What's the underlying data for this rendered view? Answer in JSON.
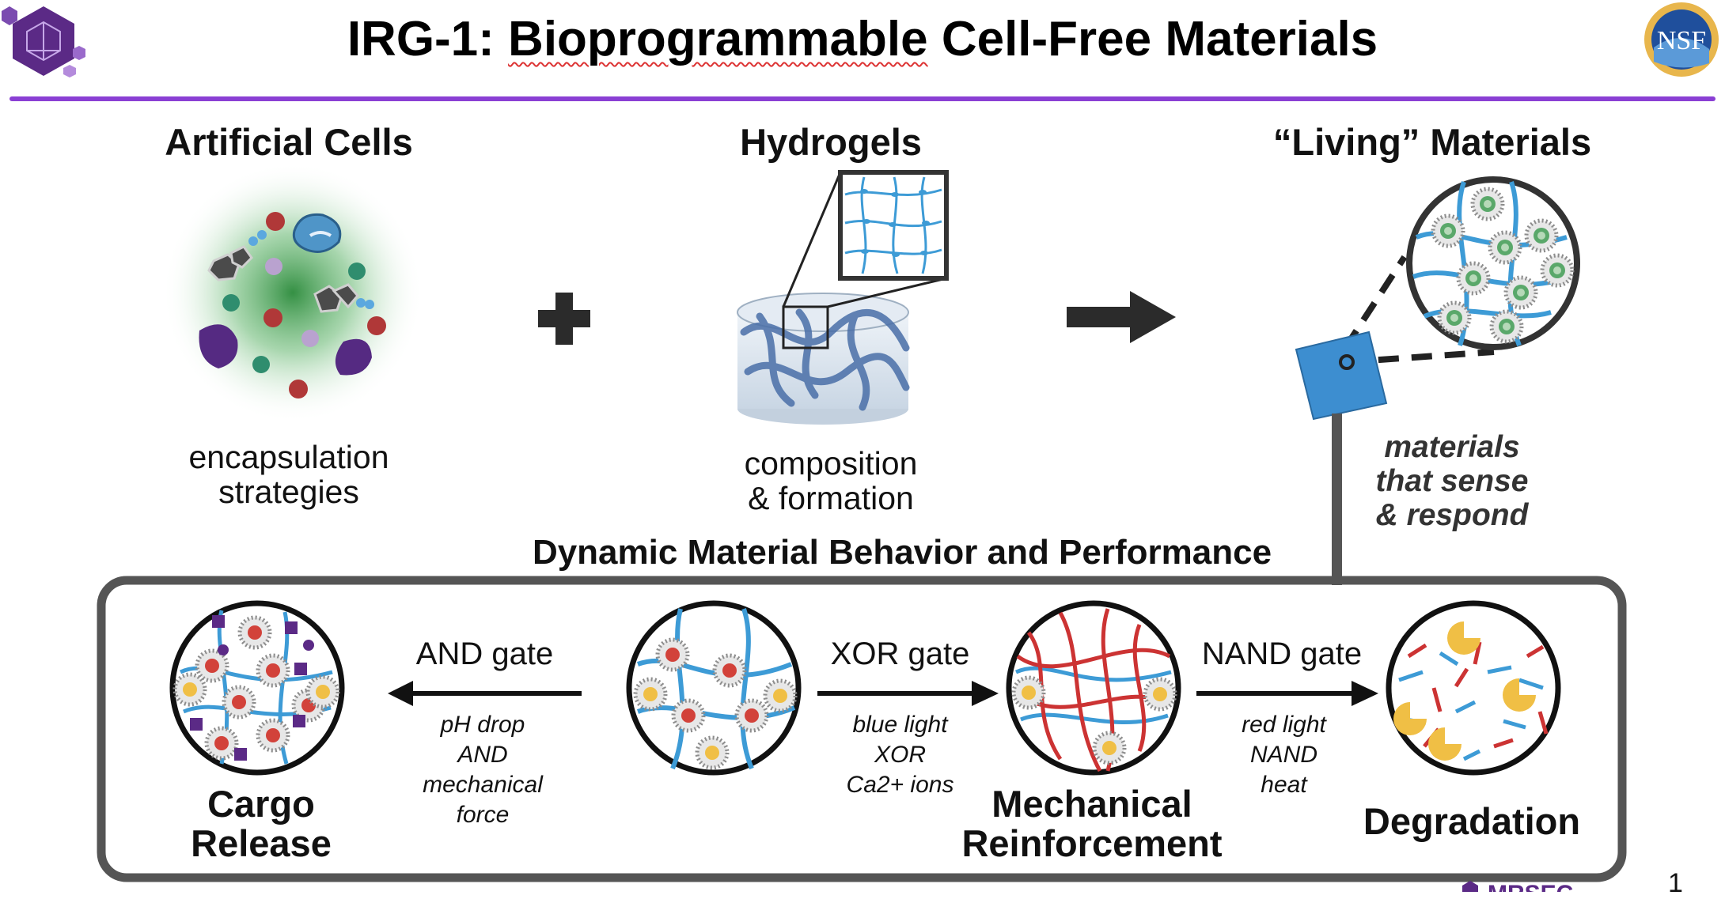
{
  "header": {
    "title_prefix": "IRG-1: ",
    "title_underlined": "Bioprogrammable",
    "title_suffix": " Cell-Free Materials",
    "logo_left": "hexagon-logo",
    "logo_right": "NSF"
  },
  "colors": {
    "accent_purple": "#8a3fd4",
    "polymer_blue": "#3d9bd6",
    "crosslink_red": "#cc3333",
    "enzyme_yellow": "#f0bf45",
    "cargo_purple": "#5b2a86",
    "arrow_dark": "#2b2b2b"
  },
  "top": {
    "artificial_cells": {
      "heading": "Artificial Cells",
      "caption_1": "encapsulation",
      "caption_2": "strategies"
    },
    "hydrogels": {
      "heading": "Hydrogels",
      "caption_1": "composition",
      "caption_2": "& formation"
    },
    "living": {
      "heading": "“Living” Materials",
      "caption_1": "materials",
      "caption_2": "that sense",
      "caption_3": "& respond"
    },
    "plus_icon": "plus-icon",
    "arrow_icon": "right-arrow-icon"
  },
  "bottom": {
    "title": "Dynamic Material Behavior and Performance",
    "and_gate": {
      "label": "AND gate",
      "cond_1": "pH drop",
      "cond_2": "AND",
      "cond_3": "mechanical",
      "cond_4": "force"
    },
    "xor_gate": {
      "label": "XOR gate",
      "cond_1": "blue light",
      "cond_2": "XOR",
      "cond_3": "Ca2+ ions"
    },
    "nand_gate": {
      "label": "NAND gate",
      "cond_1": "red light",
      "cond_2": "NAND",
      "cond_3": "heat"
    },
    "cargo": {
      "line_1": "Cargo",
      "line_2": "Release"
    },
    "mechanical": {
      "line_1": "Mechanical",
      "line_2": "Reinforcement"
    },
    "degradation": {
      "line_1": "Degradation"
    }
  },
  "footer": {
    "page_number": "1",
    "org_label": "MRSEC"
  }
}
